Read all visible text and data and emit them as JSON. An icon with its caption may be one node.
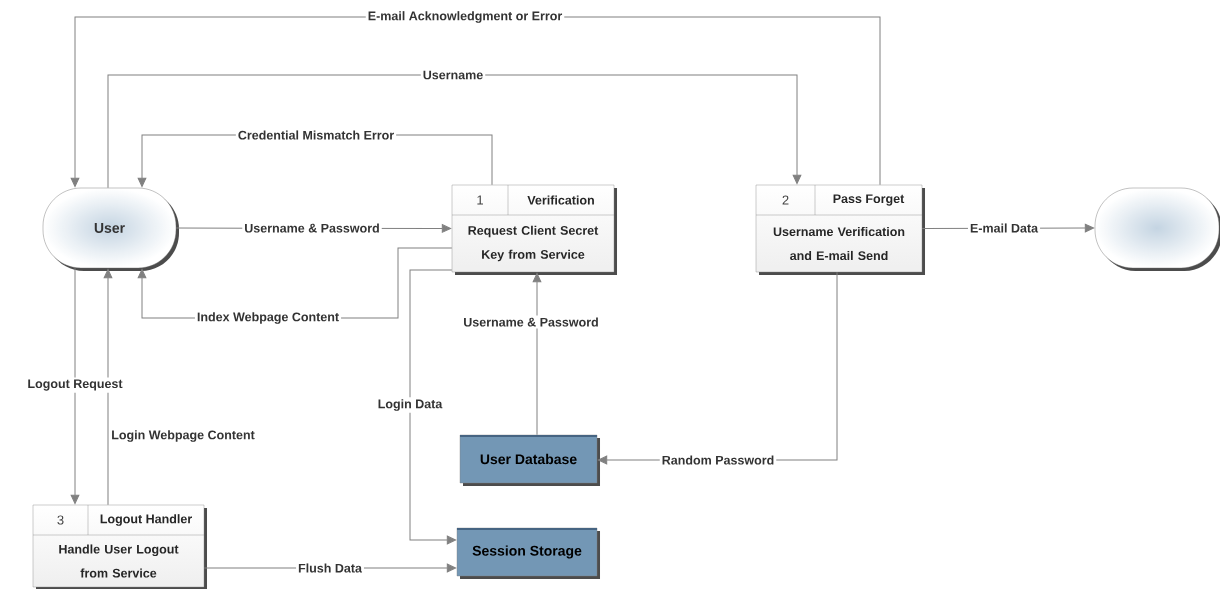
{
  "diagram": {
    "nodes": [
      {
        "text": [
          "User"
        ]
      },
      {
        "text": [
          "1",
          "Verification",
          "Request Client Secret Key from Service"
        ]
      },
      {
        "text": [
          "2",
          "Pass Forget",
          "Username Verification and E-mail Send"
        ]
      },
      {
        "text": [],
        "shape": "box"
      },
      {
        "text": [
          "User Database"
        ]
      },
      {
        "text": [
          "3",
          "Logout Handler",
          "Handle User Logout from Service"
        ]
      },
      {
        "text": [
          "Session Storage"
        ]
      }
    ],
    "edges": [
      {
        "from": 2,
        "to": 0,
        "arrow": "to",
        "label": "E-mail Acknowledgment or Error"
      },
      {
        "from": 0,
        "to": 2,
        "arrow": "to",
        "label": "Username"
      },
      {
        "from": 1,
        "to": 0,
        "arrow": "to",
        "label": "Credential Mismatch Error"
      },
      {
        "from": 0,
        "to": 1,
        "arrow": "to",
        "label": "Username & Password"
      },
      {
        "from": 1,
        "to": 0,
        "arrow": "to",
        "label": "Index Webpage Content"
      },
      {
        "from": 2,
        "to": 3,
        "arrow": "to",
        "label": "E-mail Data"
      },
      {
        "from": 4,
        "to": 1,
        "arrow": "to",
        "label": "Username & Password"
      },
      {
        "from": 2,
        "to": 4,
        "arrow": "to",
        "label": "Random Password"
      },
      {
        "from": 0,
        "to": 5,
        "arrow": "to",
        "label": "Logout Request"
      },
      {
        "from": 5,
        "to": 0,
        "arrow": "to",
        "label": "Login Webpage Content"
      },
      {
        "from": 1,
        "to": 6,
        "arrow": "to",
        "label": "Login Data"
      },
      {
        "from": 5,
        "to": 6,
        "arrow": "to",
        "label": "Flush Data"
      }
    ]
  }
}
